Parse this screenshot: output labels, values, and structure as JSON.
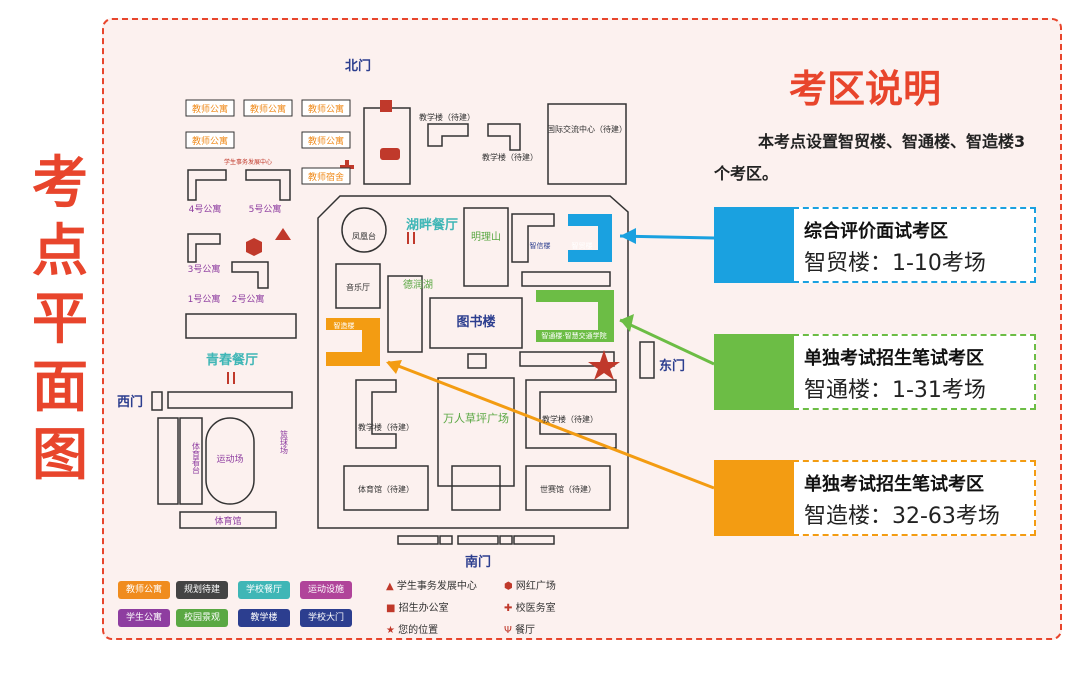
{
  "vertical_title": [
    "考",
    "点",
    "平",
    "面",
    "图"
  ],
  "header": {
    "title": "考区说明",
    "description": "本考点设置智贸楼、智通楼、智造楼3个考区。"
  },
  "zones": [
    {
      "title": "综合评价面试考区",
      "detail": "智贸楼：1-10考场",
      "color": "#1aa1e0"
    },
    {
      "title": "单独考试招生笔试考区",
      "detail": "智通楼：1-31考场",
      "color": "#6cbd45"
    },
    {
      "title": "单独考试招生笔试考区",
      "detail": "智造楼：32-63考场",
      "color": "#f39c12"
    }
  ],
  "gates": {
    "north": "北门",
    "south": "南门",
    "east": "东门",
    "west": "西门"
  },
  "map_labels": {
    "teacher_apt": "教师公寓",
    "teacher_dorm": "教师宿舍",
    "apt4": "4号公寓",
    "apt5": "5号公寓",
    "apt3": "3号公寓",
    "apt1": "1号公寓",
    "apt2": "2号公寓",
    "student_center": "学生事务发展中心",
    "teaching_pending": "教学楼（待建）",
    "intl_center": "国际交流中心（待建）",
    "phoenix": "凤凰台",
    "lakeside": "湖畔餐厅",
    "mingli": "明理山",
    "zhixin": "智信楼",
    "zhimao": "智贸楼",
    "music": "音乐厅",
    "derun": "德润湖",
    "library": "图书楼",
    "zhitong": "智通楼·智慧交通学院",
    "zhizao": "智造楼",
    "qingchun": "青春餐厅",
    "lawn": "万人草坪广场",
    "teaching": "教学楼（待建）",
    "gym_pending": "体育馆（待建）",
    "expo": "世赛馆（待建）",
    "sports_field": "运动场",
    "ball": "篮球场",
    "stand": "体育看台",
    "gym": "体育馆"
  },
  "legend": {
    "chips": [
      {
        "label": "教师公寓",
        "color": "#f08c1e"
      },
      {
        "label": "规划待建",
        "color": "#444444"
      },
      {
        "label": "学校餐厅",
        "color": "#3fb6b6"
      },
      {
        "label": "运动设施",
        "color": "#b0449a"
      },
      {
        "label": "学生公寓",
        "color": "#8e3da0"
      },
      {
        "label": "校园景观",
        "color": "#5aa843"
      },
      {
        "label": "教学楼",
        "color": "#2c3e8f"
      },
      {
        "label": "学校大门",
        "color": "#2c3e8f"
      }
    ],
    "symbols": [
      {
        "icon": "triangle-icon",
        "label": "学生事务发展中心"
      },
      {
        "icon": "hexagon-icon",
        "label": "网红广场"
      },
      {
        "icon": "square-icon",
        "label": "招生办公室"
      },
      {
        "icon": "cross-icon",
        "label": "校医务室"
      },
      {
        "icon": "star-icon",
        "label": "您的位置"
      },
      {
        "icon": "fork-knife-icon",
        "label": "餐厅"
      }
    ]
  }
}
